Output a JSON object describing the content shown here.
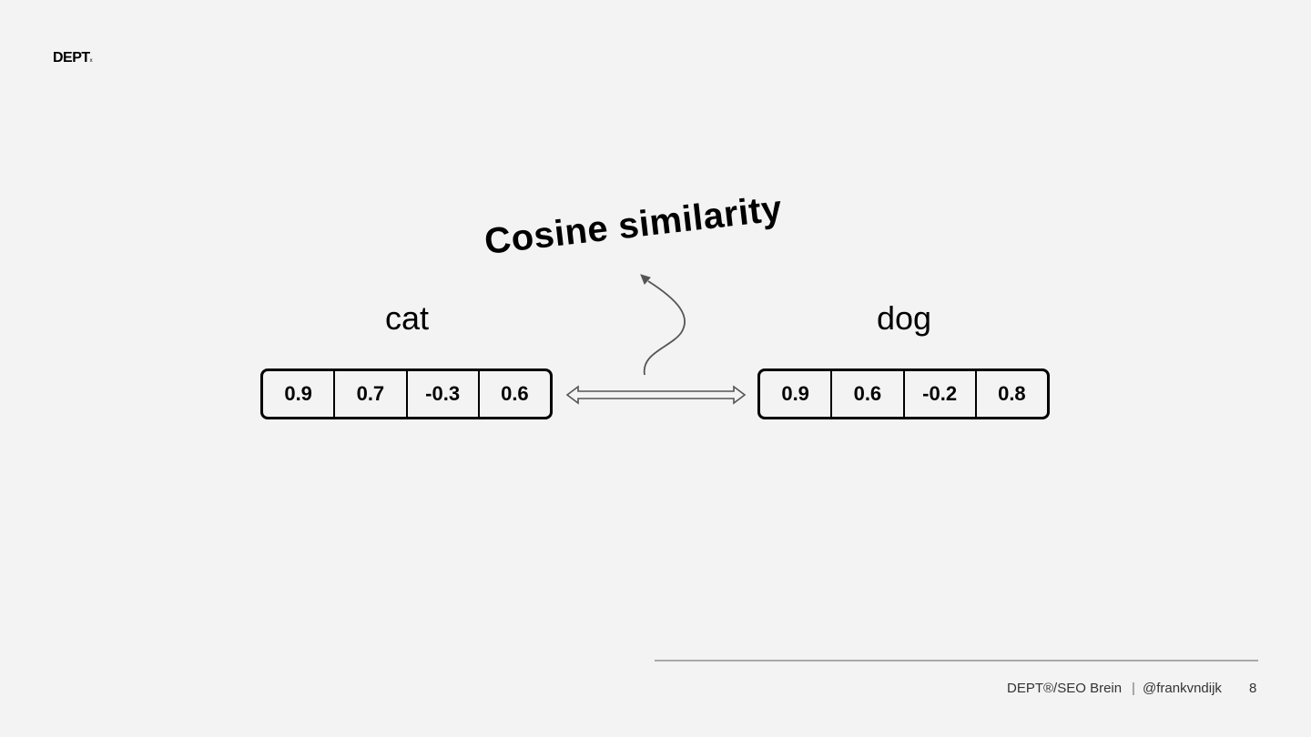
{
  "header": {
    "logo_text": "DEPT",
    "logo_mark": "x"
  },
  "diagram": {
    "title": "Cosine similarity",
    "left": {
      "word": "cat",
      "values": [
        "0.9",
        "0.7",
        "-0.3",
        "0.6"
      ]
    },
    "right": {
      "word": "dog",
      "values": [
        "0.9",
        "0.6",
        "-0.2",
        "0.8"
      ]
    },
    "comparison_icon": "double-arrow-icon",
    "pointer_icon": "curved-arrow-icon"
  },
  "footer": {
    "source": "DEPT®/SEO Brein",
    "handle": "@frankvndijk",
    "page_number": "8"
  }
}
